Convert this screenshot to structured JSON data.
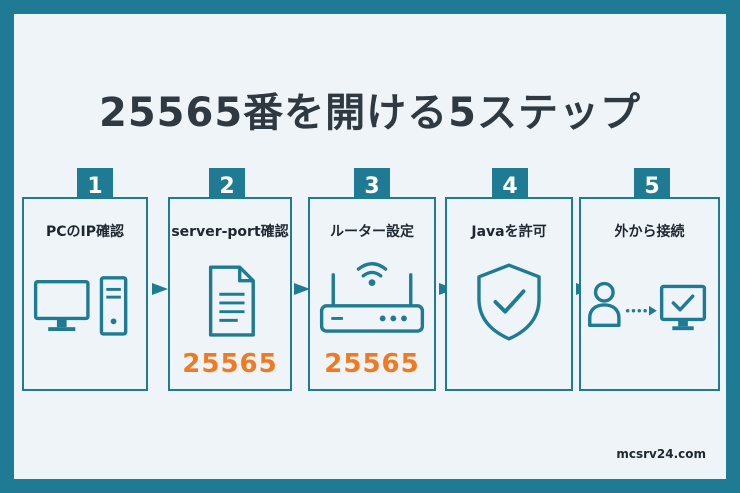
{
  "title": "25565番を開ける5ステップ",
  "steps": [
    {
      "number": "1",
      "label": "PCのIP確認",
      "value": ""
    },
    {
      "number": "2",
      "label": "server-port確認",
      "value": "25565"
    },
    {
      "number": "3",
      "label": "ルーター設定",
      "value": "25565"
    },
    {
      "number": "4",
      "label": "Javaを許可",
      "value": ""
    },
    {
      "number": "5",
      "label": "外から接続",
      "value": ""
    }
  ],
  "footer": "mcsrv24.com",
  "colors": {
    "accent": "#1f7b93",
    "highlight": "#ef7a21",
    "background": "#eef4f8",
    "text": "#2f3942"
  }
}
